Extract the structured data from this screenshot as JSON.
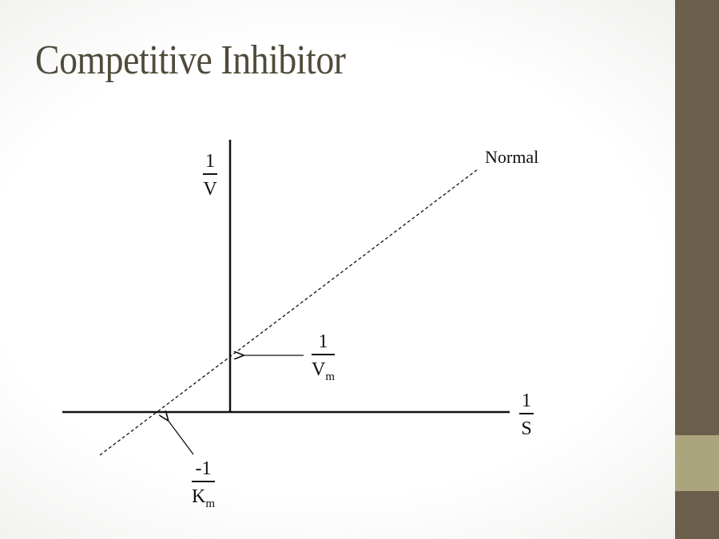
{
  "title": "Competitive Inhibitor",
  "diagram": {
    "y_axis_label": {
      "numerator": "1",
      "denominator": "V"
    },
    "x_axis_label": {
      "numerator": "1",
      "denominator": "S"
    },
    "line_label": "Normal",
    "y_intercept_label": {
      "numerator": "1",
      "denominator": "V",
      "subscript": "m"
    },
    "x_intercept_label": {
      "numerator": "-1",
      "denominator": "K",
      "subscript": "m"
    }
  },
  "colors": {
    "title": "#504b3b",
    "sidebar": "#6b5e4b",
    "sidebar_accent": "#aba57d"
  }
}
